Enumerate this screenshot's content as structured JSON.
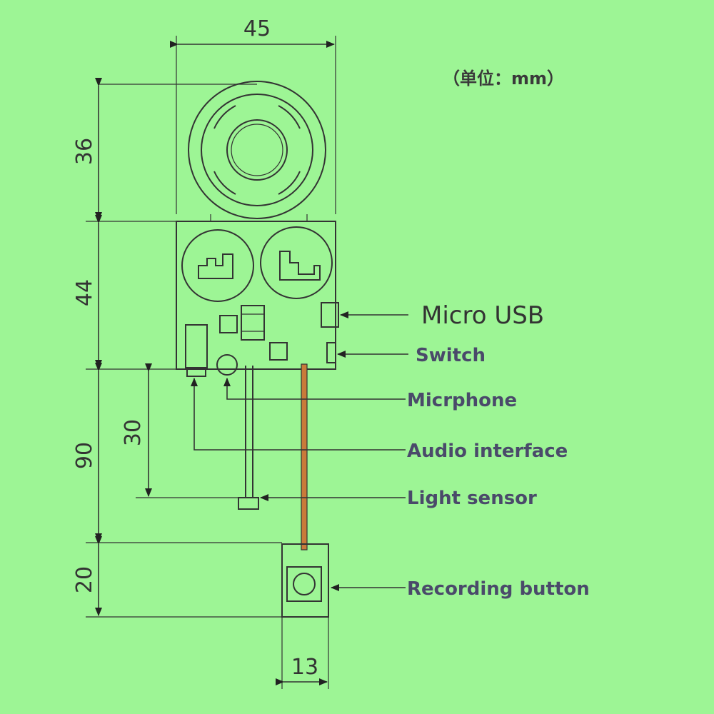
{
  "diagram": {
    "unit_note": "（单位：mm）",
    "dimensions": {
      "total_width": "45",
      "speaker_height": "36",
      "board_height": "44",
      "wire_length": "90",
      "sensor_wire": "30",
      "button_height": "20",
      "button_width": "13"
    },
    "labels": {
      "micro_usb": "Micro USB",
      "switch": "Switch",
      "microphone": "Micrphone",
      "audio_interface": "Audio interface",
      "light_sensor": "Light sensor",
      "recording_button": "Recording button"
    },
    "colors": {
      "background": "#9df595",
      "line": "#333333",
      "label_text": "#4a4a6a",
      "wire": "#c97a3a"
    }
  }
}
